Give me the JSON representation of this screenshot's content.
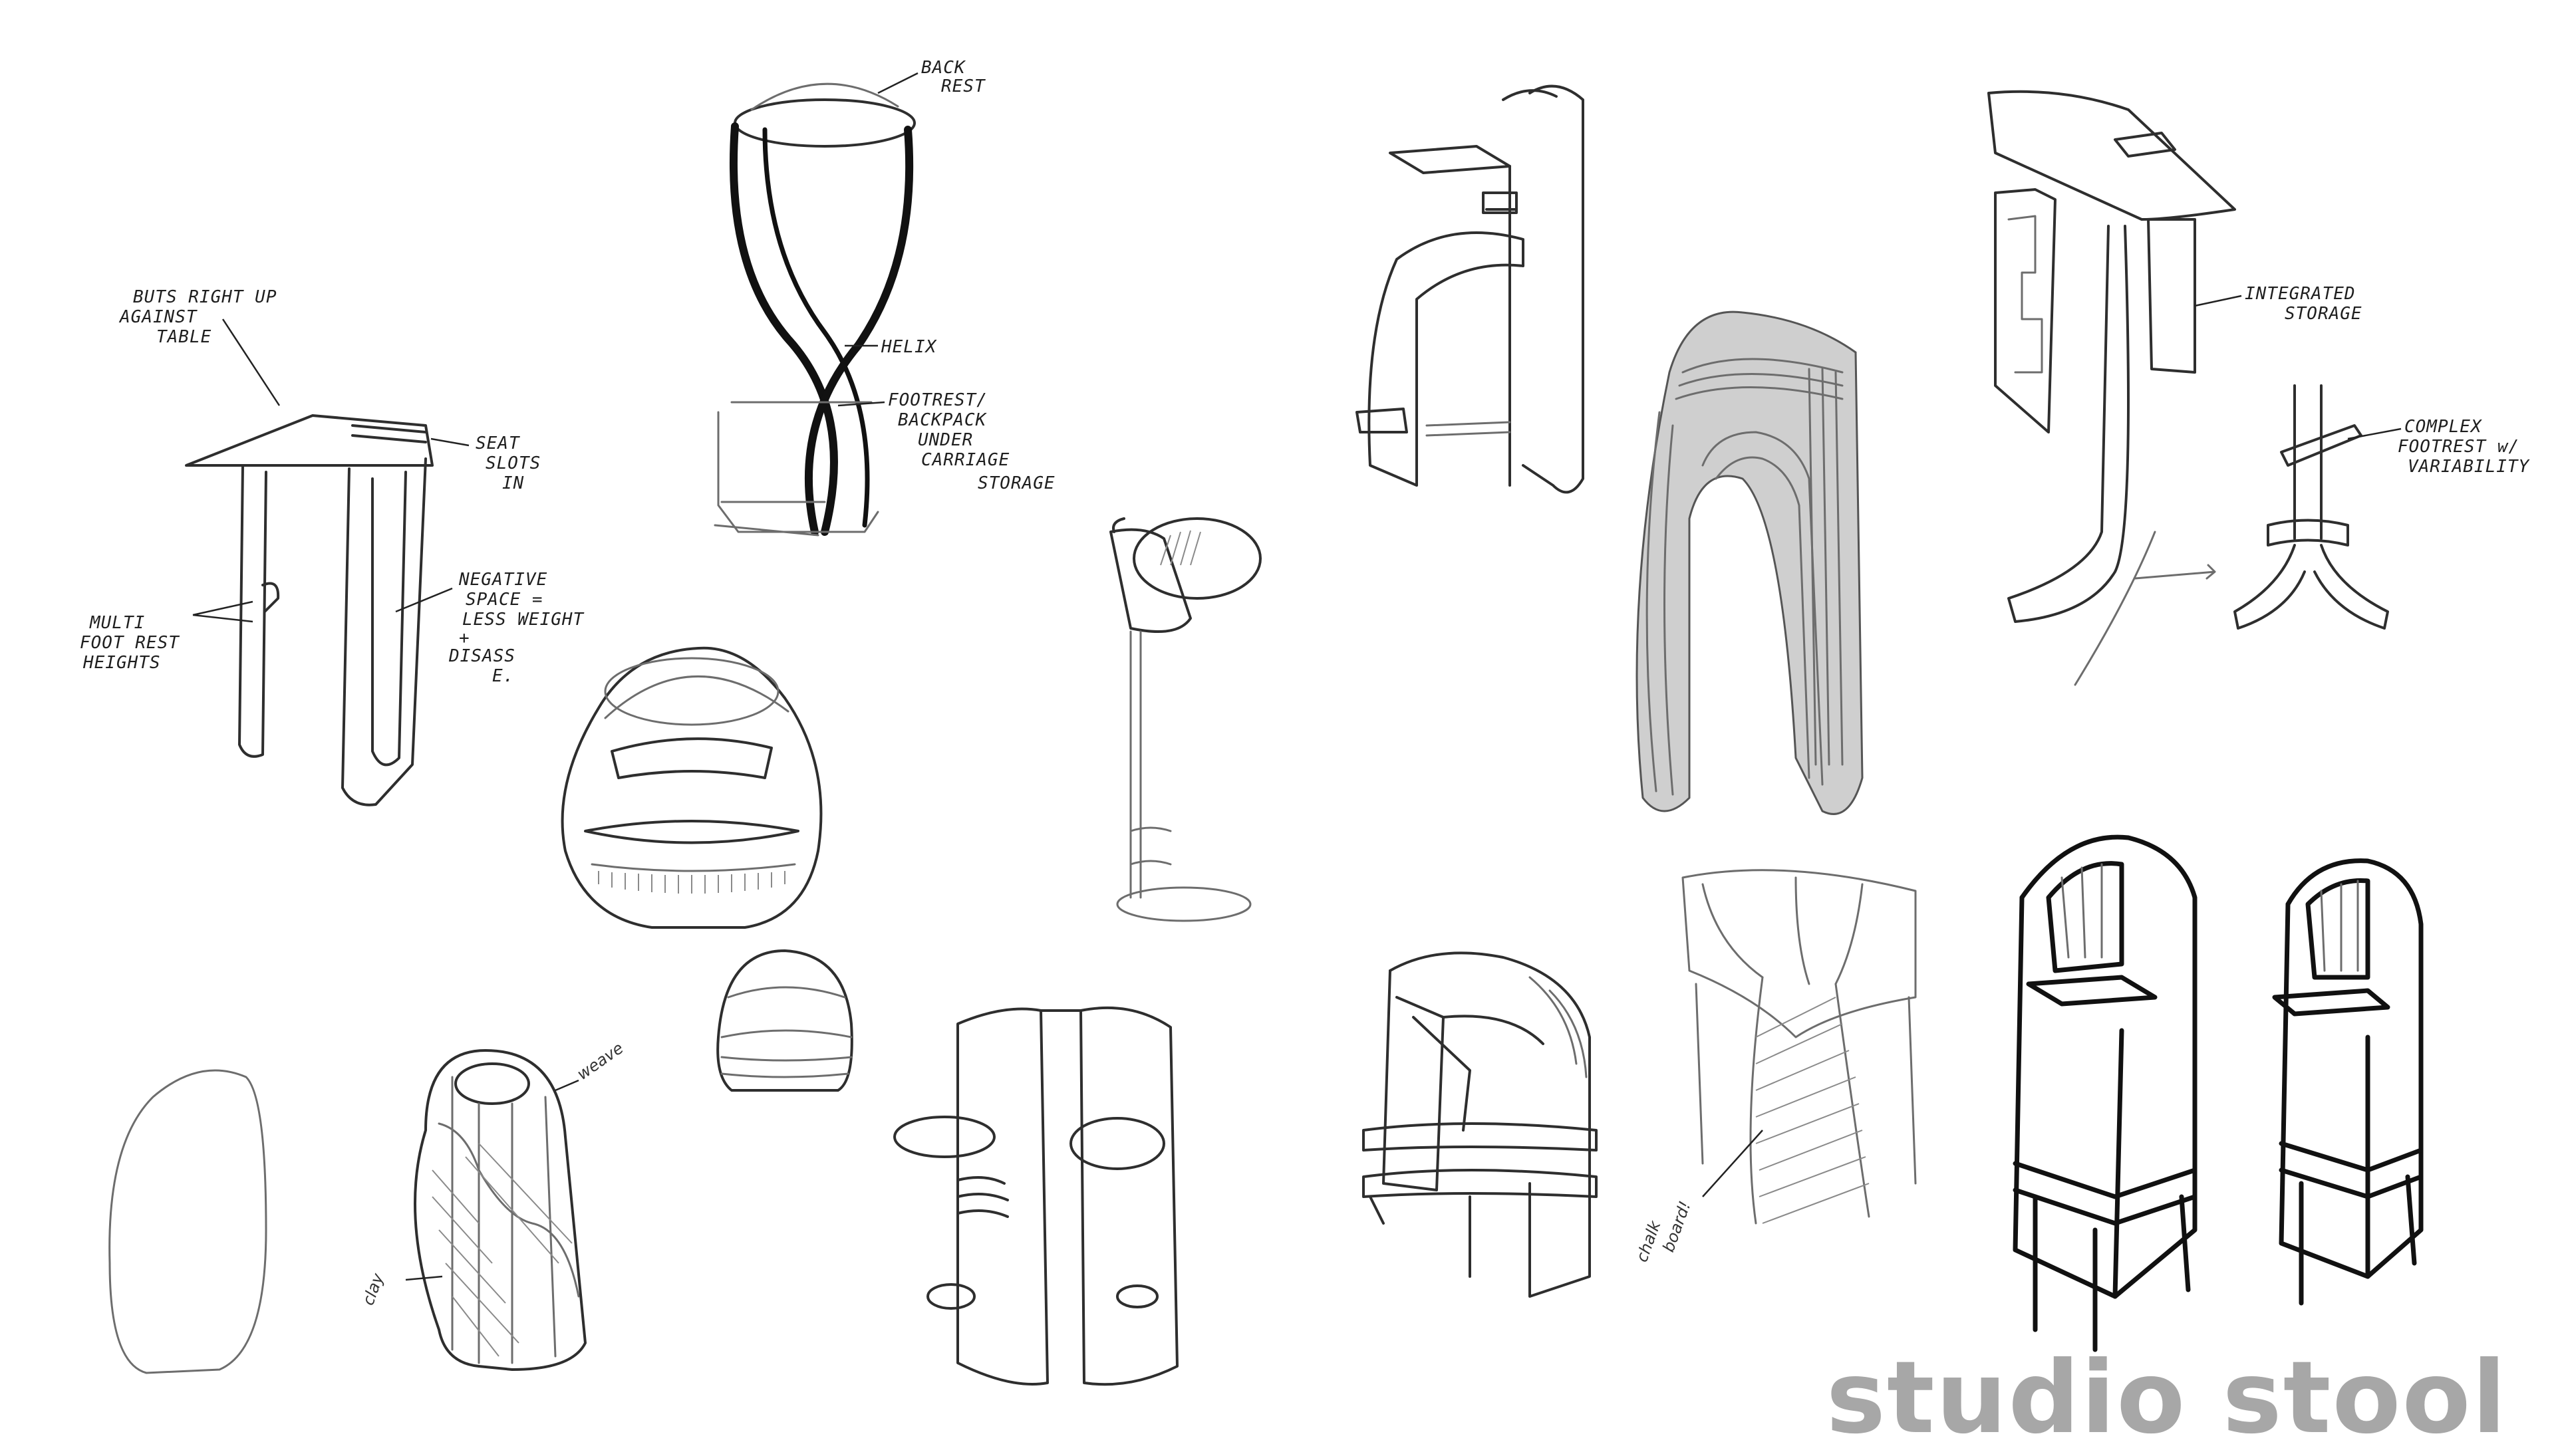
{
  "brand": {
    "title": "studio stool",
    "color": "#a7a7a7"
  },
  "sketch_colors": {
    "ink": "#2e2e2e",
    "heavy_ink": "#111111",
    "shade": "#cfcfcf"
  },
  "annotations": {
    "table_butt": [
      "BUTS RIGHT UP",
      "AGAINST",
      "TABLE"
    ],
    "seat_slots": [
      "SEAT",
      "SLOTS",
      "IN"
    ],
    "multi_foot": [
      "MULTI",
      "FOOT REST",
      "HEIGHTS"
    ],
    "negative_space": [
      "NEGATIVE",
      "SPACE =",
      "LESS WEIGHT",
      "+",
      "DISASS",
      "E."
    ],
    "back_rest": [
      "BACK",
      "REST"
    ],
    "helix": "HELIX",
    "footrest_storage": [
      "FOOTREST/",
      "BACKPACK",
      "UNDER",
      "CARRIAGE",
      "STORAGE"
    ],
    "integrated_storage": [
      "INTEGRATED",
      "STORAGE"
    ],
    "complex_footrest": [
      "COMPLEX",
      "FOOTREST w/",
      "VARIABILITY"
    ],
    "weave": "weave",
    "clay": "clay",
    "chalk_board": [
      "chalk",
      "board!"
    ]
  }
}
